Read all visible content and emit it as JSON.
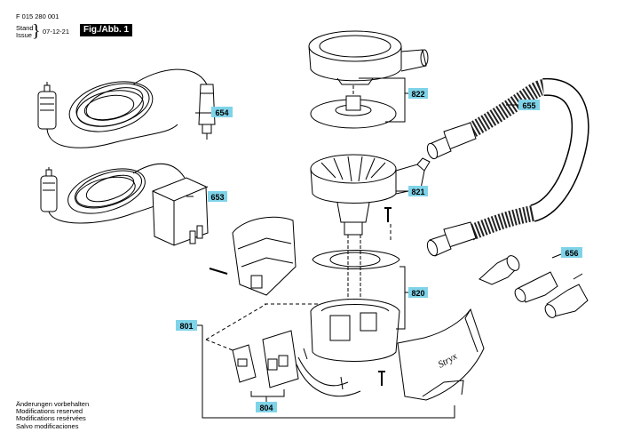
{
  "header": {
    "doc_number": "F 015 280 001",
    "stand_label": "Stand",
    "issue_label": "Issue",
    "issue_date": "07-12-21",
    "fig_title": "Fig./Abb. 1"
  },
  "notes": [
    "Änderungen vorbehalten",
    "Modifications reserved",
    "Modifications resérvées",
    "Salvo modificaciones"
  ],
  "callouts": {
    "c654": "654",
    "c653": "653",
    "c822": "822",
    "c821": "821",
    "c820": "820",
    "c801": "801",
    "c804": "804",
    "c655": "655",
    "c656": "656"
  },
  "colors": {
    "callout_fill": "#7fd3e8",
    "line": "#000000",
    "hose_dark": "#222222"
  },
  "brand_mark": "Stryx"
}
